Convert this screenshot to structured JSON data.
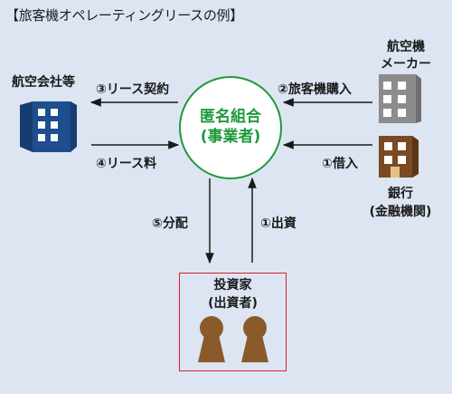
{
  "title": "【旅客機オペレーティングリースの例】",
  "center": {
    "line1": "匿名組合",
    "line2": "(事業者)"
  },
  "nodes": {
    "airline": "航空会社等",
    "manufacturer": {
      "line1": "航空機",
      "line2": "メーカー"
    },
    "bank": {
      "line1": "銀行",
      "line2": "(金融機関)"
    },
    "investor": {
      "line1": "投資家",
      "line2": "(出資者)"
    }
  },
  "flows": {
    "lease_contract": "③リース契約",
    "purchase": "②旅客機購入",
    "lease_fee": "④リース料",
    "borrowing": "①借入",
    "distribution": "⑤分配",
    "investment": "①出資"
  },
  "colors": {
    "background": "#dde5f3",
    "center_circle": "#1e9a3c",
    "airline_building": "#1f4e8c",
    "manufacturer_building": "#8c8c8c",
    "bank_building": "#7a4a22",
    "investor_figures": "#8a5a2b",
    "investor_box_border": "#d5202a"
  }
}
